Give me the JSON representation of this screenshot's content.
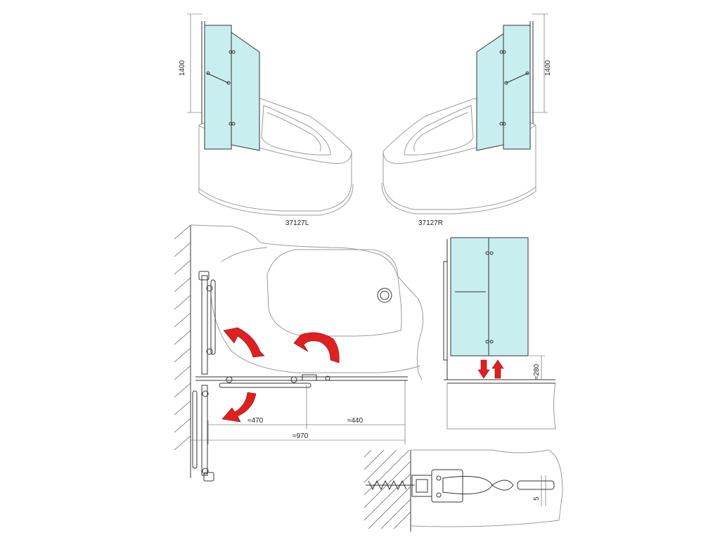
{
  "labels": {
    "left_model": "37127L",
    "right_model": "37127R"
  },
  "dimensions": {
    "height_left": "1400",
    "height_right": "1400",
    "width_panel_a": "≈470",
    "width_panel_b": "≈440",
    "width_total": "≈970",
    "gap_bottom": "≈280",
    "profile_gap": "5"
  },
  "colors": {
    "glass": "#c9eef0",
    "arrow": "#e02020",
    "outline": "#333333"
  }
}
